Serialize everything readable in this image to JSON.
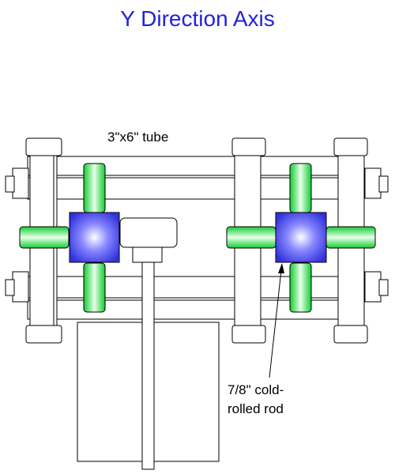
{
  "title": "Y Direction Axis",
  "labels": {
    "tube": "3\"x6\" tube",
    "rod_line1": "7/8\" cold-",
    "rod_line2": "rolled rod"
  },
  "colors": {
    "title": "#2222dd",
    "stroke": "#000000",
    "fill": "#ffffff",
    "bearing_green": "#22dd44",
    "block_blue": "#4444ee"
  }
}
